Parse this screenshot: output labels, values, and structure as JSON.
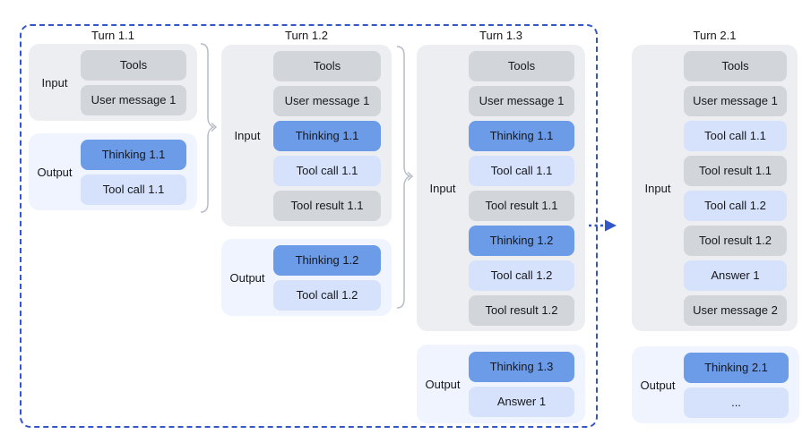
{
  "palette": {
    "frame_dash_blue": "#3356cb",
    "arrow_blue": "#3356cb",
    "gray_box": "#d2d6db",
    "blue_box": "#6c9be8",
    "lightblue_box": "#d6e2fb",
    "input_group_bg": "#eceef2",
    "output_group_bg": "#eff4fe",
    "brace_gray": "#b6bcc6",
    "text": "#16181d"
  },
  "connectors": {
    "turn_1_1_to_1_2": "curly-brace-arrow-right",
    "turn_1_2_to_1_3": "curly-brace-arrow-right",
    "turn_1_3_to_2_1": "dashed-arrow-right"
  },
  "turns": [
    {
      "title": "Turn 1.1",
      "input": {
        "label": "Input",
        "boxes": [
          {
            "label": "Tools",
            "kind": "gray"
          },
          {
            "label": "User message 1",
            "kind": "gray"
          }
        ]
      },
      "output": {
        "label": "Output",
        "boxes": [
          {
            "label": "Thinking 1.1",
            "kind": "blue"
          },
          {
            "label": "Tool call 1.1",
            "kind": "lightblue"
          }
        ]
      }
    },
    {
      "title": "Turn 1.2",
      "input": {
        "label": "Input",
        "boxes": [
          {
            "label": "Tools",
            "kind": "gray"
          },
          {
            "label": "User message 1",
            "kind": "gray"
          },
          {
            "label": "Thinking 1.1",
            "kind": "blue"
          },
          {
            "label": "Tool call 1.1",
            "kind": "lightblue"
          },
          {
            "label": "Tool result 1.1",
            "kind": "gray"
          }
        ]
      },
      "output": {
        "label": "Output",
        "boxes": [
          {
            "label": "Thinking 1.2",
            "kind": "blue"
          },
          {
            "label": "Tool call 1.2",
            "kind": "lightblue"
          }
        ]
      }
    },
    {
      "title": "Turn 1.3",
      "input": {
        "label": "Input",
        "boxes": [
          {
            "label": "Tools",
            "kind": "gray"
          },
          {
            "label": "User message 1",
            "kind": "gray"
          },
          {
            "label": "Thinking 1.1",
            "kind": "blue"
          },
          {
            "label": "Tool call 1.1",
            "kind": "lightblue"
          },
          {
            "label": "Tool result 1.1",
            "kind": "gray"
          },
          {
            "label": "Thinking 1.2",
            "kind": "blue"
          },
          {
            "label": "Tool call 1.2",
            "kind": "lightblue"
          },
          {
            "label": "Tool result 1.2",
            "kind": "gray"
          }
        ]
      },
      "output": {
        "label": "Output",
        "boxes": [
          {
            "label": "Thinking 1.3",
            "kind": "blue"
          },
          {
            "label": "Answer 1",
            "kind": "lightblue"
          }
        ]
      }
    },
    {
      "title": "Turn 2.1",
      "input": {
        "label": "Input",
        "boxes": [
          {
            "label": "Tools",
            "kind": "gray"
          },
          {
            "label": "User message 1",
            "kind": "gray"
          },
          {
            "label": "Tool call 1.1",
            "kind": "lightblue"
          },
          {
            "label": "Tool result 1.1",
            "kind": "gray"
          },
          {
            "label": "Tool call 1.2",
            "kind": "lightblue"
          },
          {
            "label": "Tool result 1.2",
            "kind": "gray"
          },
          {
            "label": "Answer 1",
            "kind": "lightblue"
          },
          {
            "label": "User message 2",
            "kind": "gray"
          }
        ]
      },
      "output": {
        "label": "Output",
        "boxes": [
          {
            "label": "Thinking 2.1",
            "kind": "blue"
          },
          {
            "label": "...",
            "kind": "lightblue"
          }
        ]
      }
    }
  ]
}
